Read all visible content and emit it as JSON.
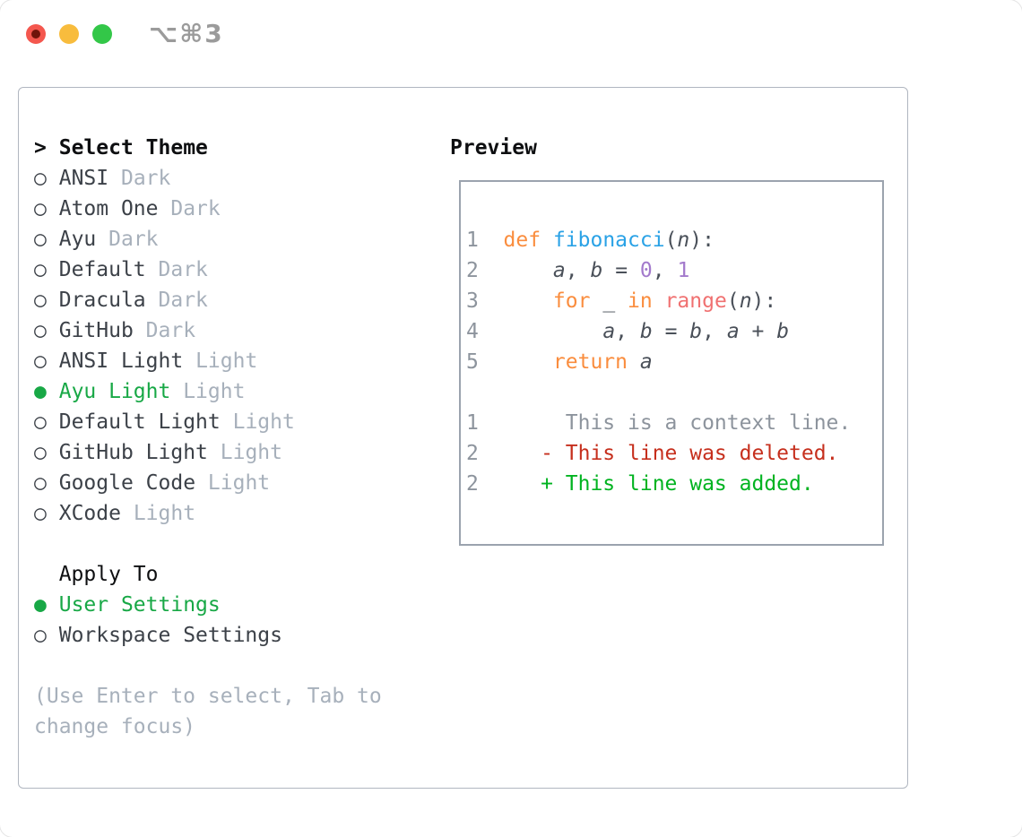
{
  "window": {
    "titlebar": {
      "shortcut": "⌥⌘3",
      "buttons": [
        "close",
        "minimize",
        "zoom"
      ]
    }
  },
  "colors": {
    "selected_green": "#18a846",
    "muted_gray": "#a7b0bb",
    "text_dark": "#3c4148",
    "syntax_keyword": "#fa8d3e",
    "syntax_function": "#2aa2e6",
    "syntax_number": "#a37acc",
    "syntax_builtin": "#f07171",
    "diff_deleted": "#c62f1d",
    "diff_added": "#00b320",
    "line_number_gray": "#8d949d"
  },
  "theme_panel": {
    "header": {
      "prefix": ">",
      "label": "Select Theme"
    },
    "bullets": {
      "selected": "●",
      "unselected": "○"
    },
    "themes": [
      {
        "name": "ANSI",
        "variant": "Dark",
        "selected": false
      },
      {
        "name": "Atom One",
        "variant": "Dark",
        "selected": false
      },
      {
        "name": "Ayu",
        "variant": "Dark",
        "selected": false
      },
      {
        "name": "Default",
        "variant": "Dark",
        "selected": false
      },
      {
        "name": "Dracula",
        "variant": "Dark",
        "selected": false
      },
      {
        "name": "GitHub",
        "variant": "Dark",
        "selected": false
      },
      {
        "name": "ANSI Light",
        "variant": "Light",
        "selected": false
      },
      {
        "name": "Ayu Light",
        "variant": "Light",
        "selected": true
      },
      {
        "name": "Default Light",
        "variant": "Light",
        "selected": false
      },
      {
        "name": "GitHub Light",
        "variant": "Light",
        "selected": false
      },
      {
        "name": "Google Code",
        "variant": "Light",
        "selected": false
      },
      {
        "name": "XCode",
        "variant": "Light",
        "selected": false
      }
    ],
    "apply_to": {
      "label": "Apply To",
      "options": [
        {
          "name": "User Settings",
          "selected": true
        },
        {
          "name": "Workspace Settings",
          "selected": false
        }
      ]
    },
    "hint_lines": [
      "(Use Enter to select, Tab to",
      "change focus)"
    ]
  },
  "preview": {
    "header": "Preview",
    "lines": [
      {
        "num": "1",
        "tokens": [
          {
            "text": "def",
            "style": "kw"
          },
          {
            "text": " ",
            "style": "fg"
          },
          {
            "text": "fibonacci",
            "style": "fn"
          },
          {
            "text": "(",
            "style": "fg"
          },
          {
            "text": "n",
            "style": "var"
          },
          {
            "text": "):",
            "style": "fg"
          }
        ]
      },
      {
        "num": "2",
        "tokens": [
          {
            "text": "    ",
            "style": "fg"
          },
          {
            "text": "a",
            "style": "var"
          },
          {
            "text": ", ",
            "style": "fg"
          },
          {
            "text": "b",
            "style": "var"
          },
          {
            "text": " = ",
            "style": "fg"
          },
          {
            "text": "0",
            "style": "num"
          },
          {
            "text": ", ",
            "style": "fg"
          },
          {
            "text": "1",
            "style": "num"
          }
        ]
      },
      {
        "num": "3",
        "tokens": [
          {
            "text": "    ",
            "style": "fg"
          },
          {
            "text": "for",
            "style": "kw"
          },
          {
            "text": " _ ",
            "style": "fg"
          },
          {
            "text": "in",
            "style": "kw"
          },
          {
            "text": " ",
            "style": "fg"
          },
          {
            "text": "range",
            "style": "builtin"
          },
          {
            "text": "(",
            "style": "fg"
          },
          {
            "text": "n",
            "style": "var"
          },
          {
            "text": "):",
            "style": "fg"
          }
        ]
      },
      {
        "num": "4",
        "tokens": [
          {
            "text": "        ",
            "style": "fg"
          },
          {
            "text": "a",
            "style": "var"
          },
          {
            "text": ", ",
            "style": "fg"
          },
          {
            "text": "b",
            "style": "var"
          },
          {
            "text": " = ",
            "style": "fg"
          },
          {
            "text": "b",
            "style": "var"
          },
          {
            "text": ", ",
            "style": "fg"
          },
          {
            "text": "a",
            "style": "var"
          },
          {
            "text": " + ",
            "style": "fg"
          },
          {
            "text": "b",
            "style": "var"
          }
        ]
      },
      {
        "num": "5",
        "tokens": [
          {
            "text": "    ",
            "style": "fg"
          },
          {
            "text": "return",
            "style": "kw"
          },
          {
            "text": " ",
            "style": "fg"
          },
          {
            "text": "a",
            "style": "var"
          }
        ]
      },
      {
        "num": "",
        "tokens": []
      },
      {
        "num": "1",
        "tokens": [
          {
            "text": "     This is a context line.",
            "style": "ctx"
          }
        ]
      },
      {
        "num": "2",
        "tokens": [
          {
            "text": "   - This line was deleted.",
            "style": "del"
          }
        ]
      },
      {
        "num": "2",
        "tokens": [
          {
            "text": "   + This line was added.",
            "style": "add"
          }
        ]
      }
    ]
  }
}
